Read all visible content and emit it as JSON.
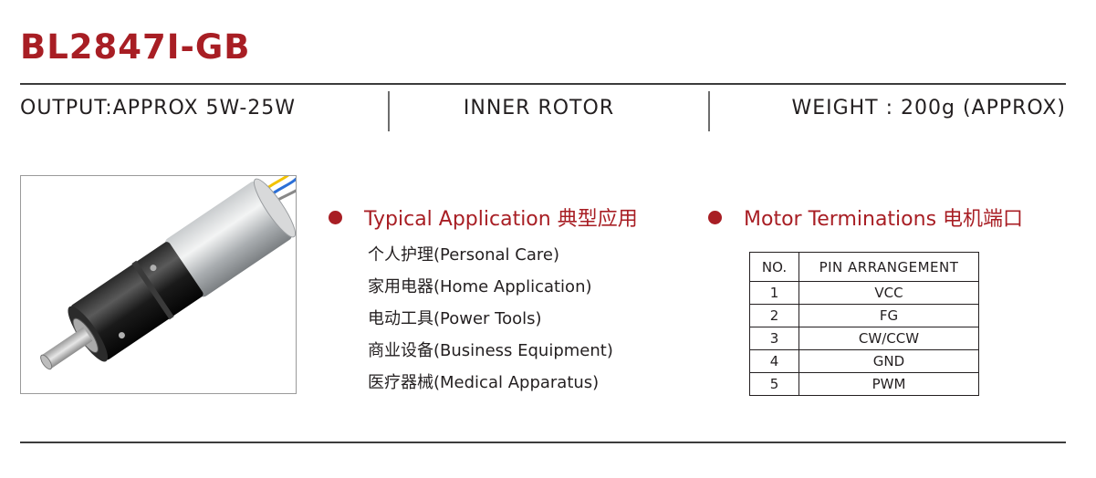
{
  "title": "BL2847I-GB",
  "specs": {
    "output": "OUTPUT:APPROX 5W-25W",
    "rotor": "INNER ROTOR",
    "weight": "WEIGHT : 200g (APPROX)"
  },
  "colors": {
    "accent": "#a81e24",
    "text": "#231f20"
  },
  "applications": {
    "heading": "Typical Application 典型应用",
    "items": [
      "个人护理(Personal Care)",
      "家用电器(Home Application)",
      "电动工具(Power Tools)",
      "商业设备(Business Equipment)",
      "医疗器械(Medical Apparatus)"
    ]
  },
  "terminations": {
    "heading": "Motor Terminations 电机端口",
    "columns": [
      "NO.",
      "PIN  ARRANGEMENT"
    ],
    "rows": [
      [
        "1",
        "VCC"
      ],
      [
        "2",
        "FG"
      ],
      [
        "3",
        "CW/CCW"
      ],
      [
        "4",
        "GND"
      ],
      [
        "5",
        "PWM"
      ]
    ]
  }
}
